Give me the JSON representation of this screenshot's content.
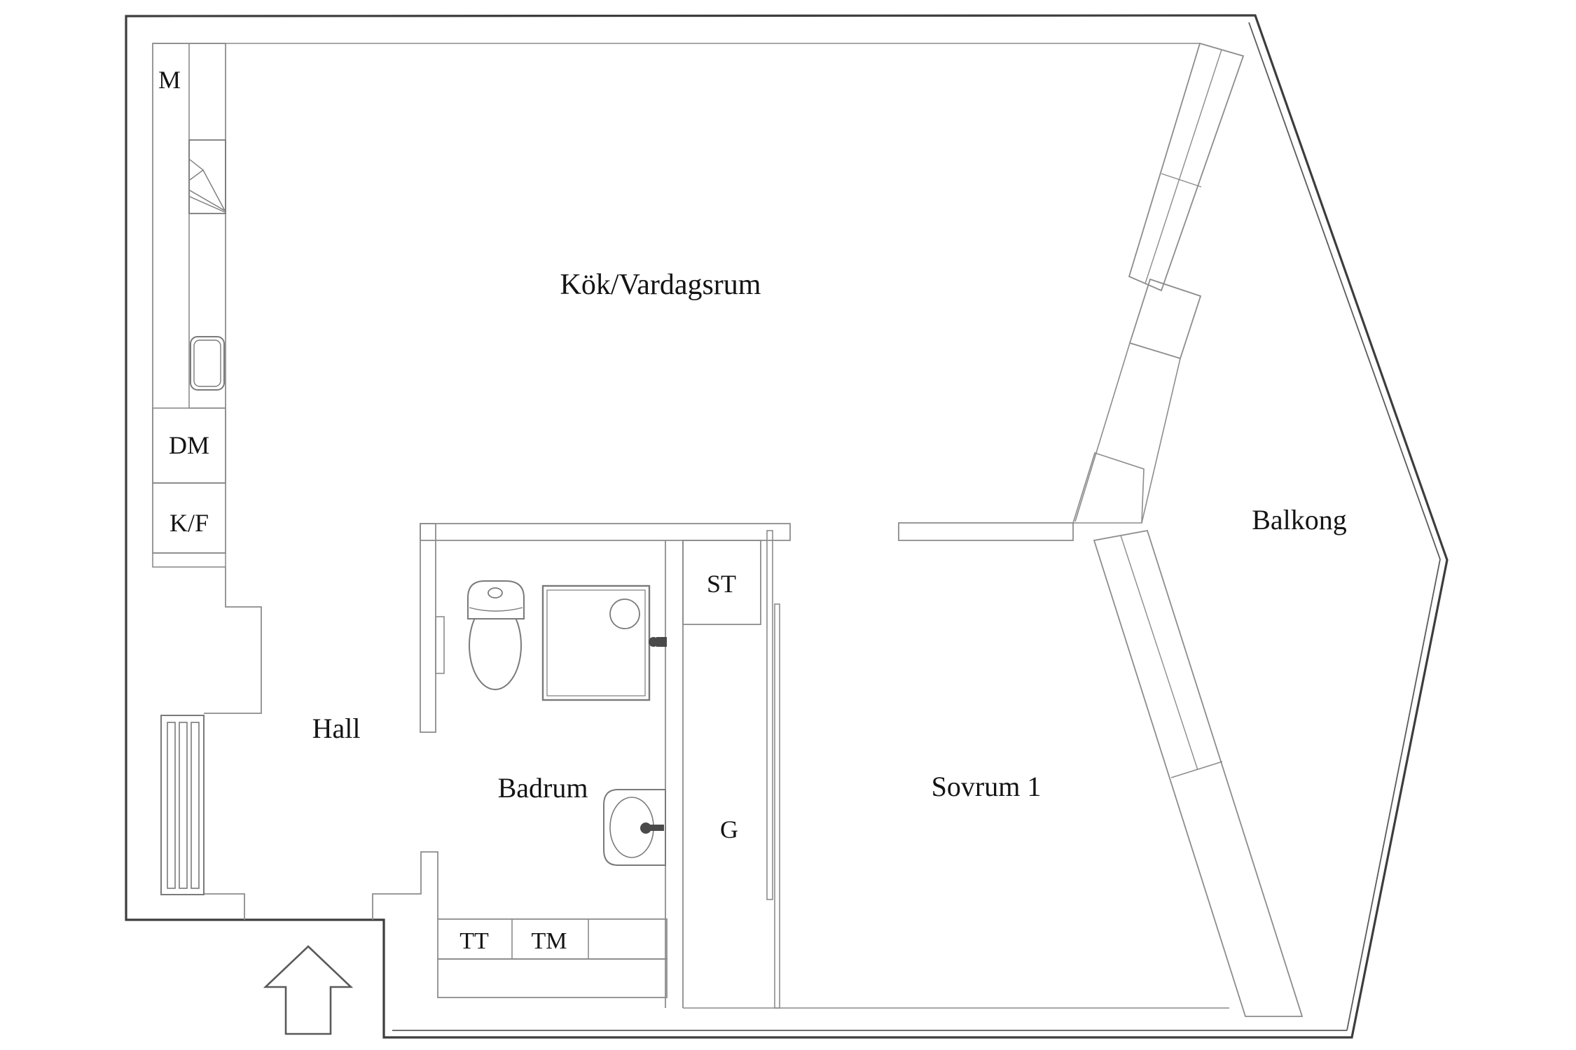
{
  "colors": {
    "wall_dark": "#3d3d3d",
    "wall_med": "#5a5a5a",
    "wall_light": "#8c8c8c",
    "fixture": "#7a7a7a",
    "fixture_dark": "#4a4a4a",
    "text": "#141414",
    "background": "#ffffff"
  },
  "labels": {
    "kitchen_living": "Kök/Vardagsrum",
    "hall": "Hall",
    "bathroom": "Badrum",
    "bedroom": "Sovrum 1",
    "balcony": "Balkong",
    "cabinet_m": "M",
    "dishwasher": "DM",
    "fridge_freezer": "K/F",
    "cleaning_closet": "ST",
    "wardrobe": "G",
    "dryer": "TT",
    "washing_machine": "TM"
  }
}
